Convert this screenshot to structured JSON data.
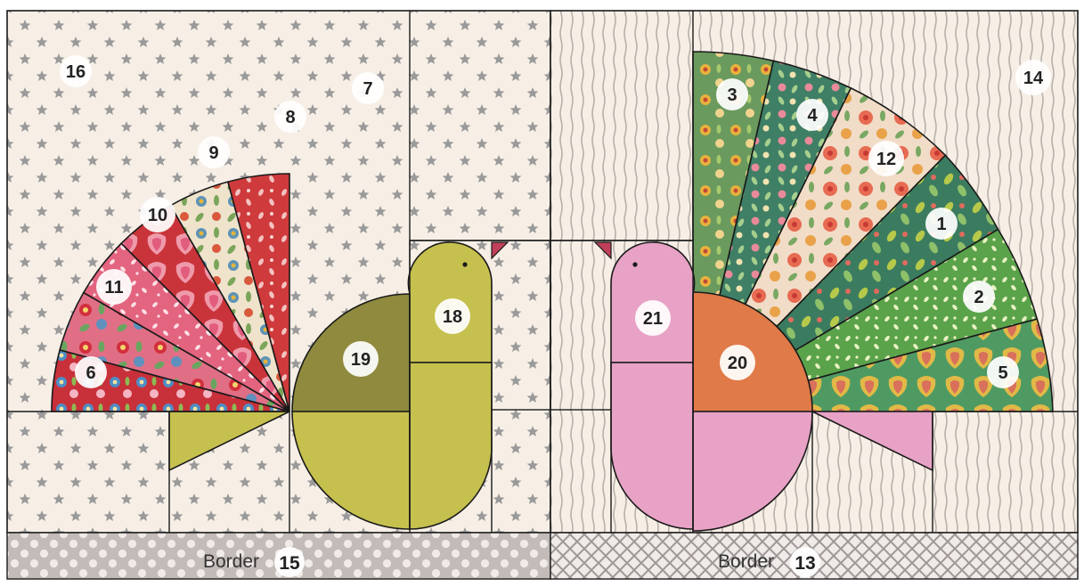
{
  "colors": {
    "background_cream": "#f7efe6",
    "star": "#9a9a9a",
    "stripe": "#b8b0aa",
    "border_fabric": "#bfb6b4",
    "olive_dark": "#8f8a3e",
    "olive_light": "#c6c04f",
    "orange": "#e07a48",
    "pink": "#e8a2c6",
    "beak": "#c0405a",
    "red_fabric": "#cf3a3c",
    "pink_fabric": "#e66d8a",
    "green_fabric": "#57a24f",
    "teal_fabric": "#3e8567",
    "sage_fabric": "#6b9a5e"
  },
  "pieces": {
    "p1": "1",
    "p2": "2",
    "p3": "3",
    "p4": "4",
    "p5": "5",
    "p6": "6",
    "p7": "7",
    "p8": "8",
    "p9": "9",
    "p10": "10",
    "p11": "11",
    "p12": "12",
    "p13": "13",
    "p14": "14",
    "p15": "15",
    "p16": "16",
    "p18": "18",
    "p19": "19",
    "p20": "20",
    "p21": "21"
  },
  "borders": {
    "left_label": "Border",
    "right_label": "Border"
  }
}
